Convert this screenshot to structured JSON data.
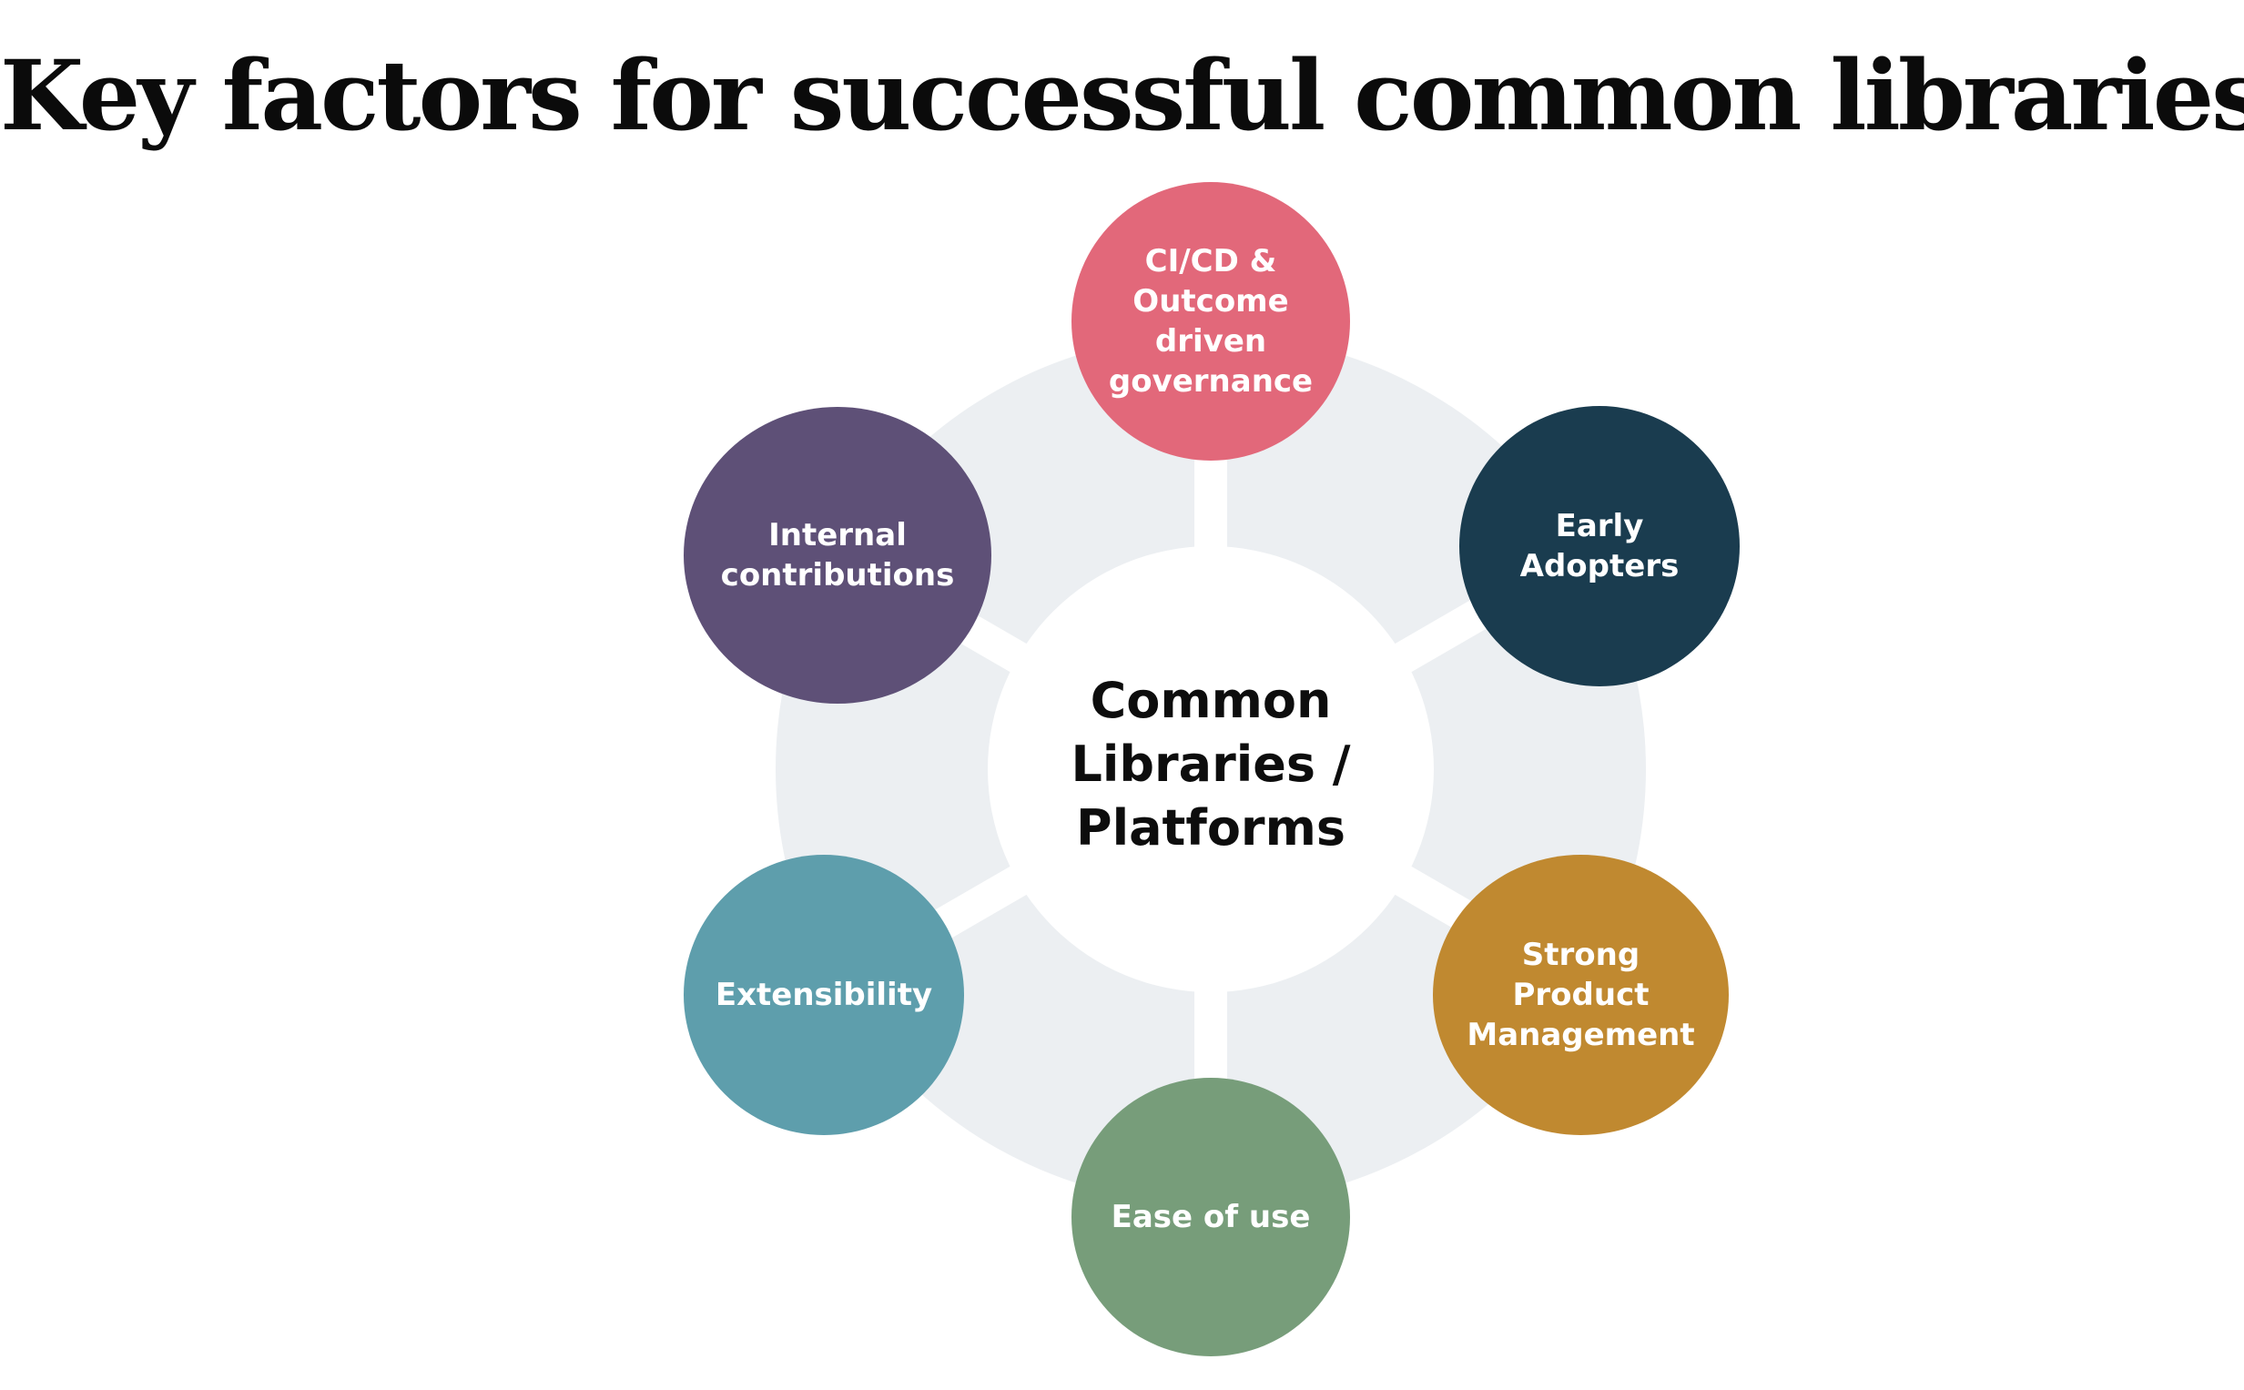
{
  "title": "Key factors for successful common libraries",
  "diagram": {
    "center": "Common\nLibraries /\nPlatforms",
    "factors": [
      {
        "label": "CI/CD &\nOutcome\ndriven\ngovernance",
        "color": "#E2687A"
      },
      {
        "label": "Early\nAdopters",
        "color": "#1A3C4F"
      },
      {
        "label": "Strong\nProduct\nManagement",
        "color": "#C08930"
      },
      {
        "label": "Ease of use",
        "color": "#779D7A"
      },
      {
        "label": "Extensibility",
        "color": "#5E9EAC"
      },
      {
        "label": "Internal\ncontributions",
        "color": "#5E5077"
      }
    ],
    "ring_color": "#ECEFF2"
  }
}
